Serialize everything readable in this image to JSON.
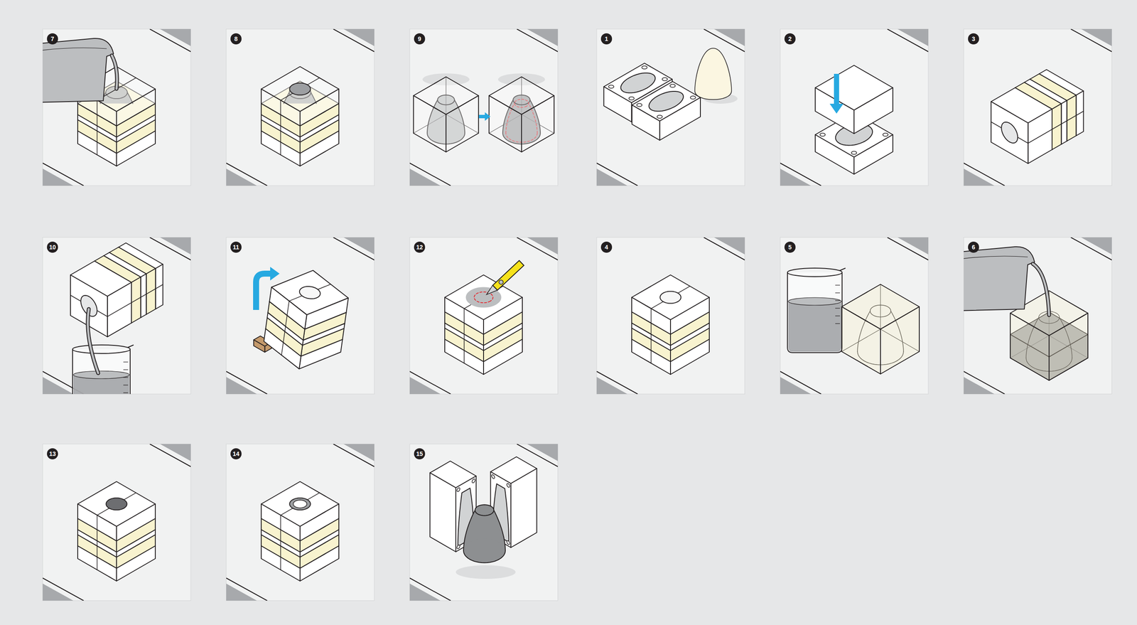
{
  "diagram": {
    "labels": [
      "7",
      "8",
      "9",
      "1",
      "2",
      "3",
      "10",
      "11",
      "12",
      "4",
      "5",
      "6",
      "13",
      "14",
      "15"
    ]
  }
}
